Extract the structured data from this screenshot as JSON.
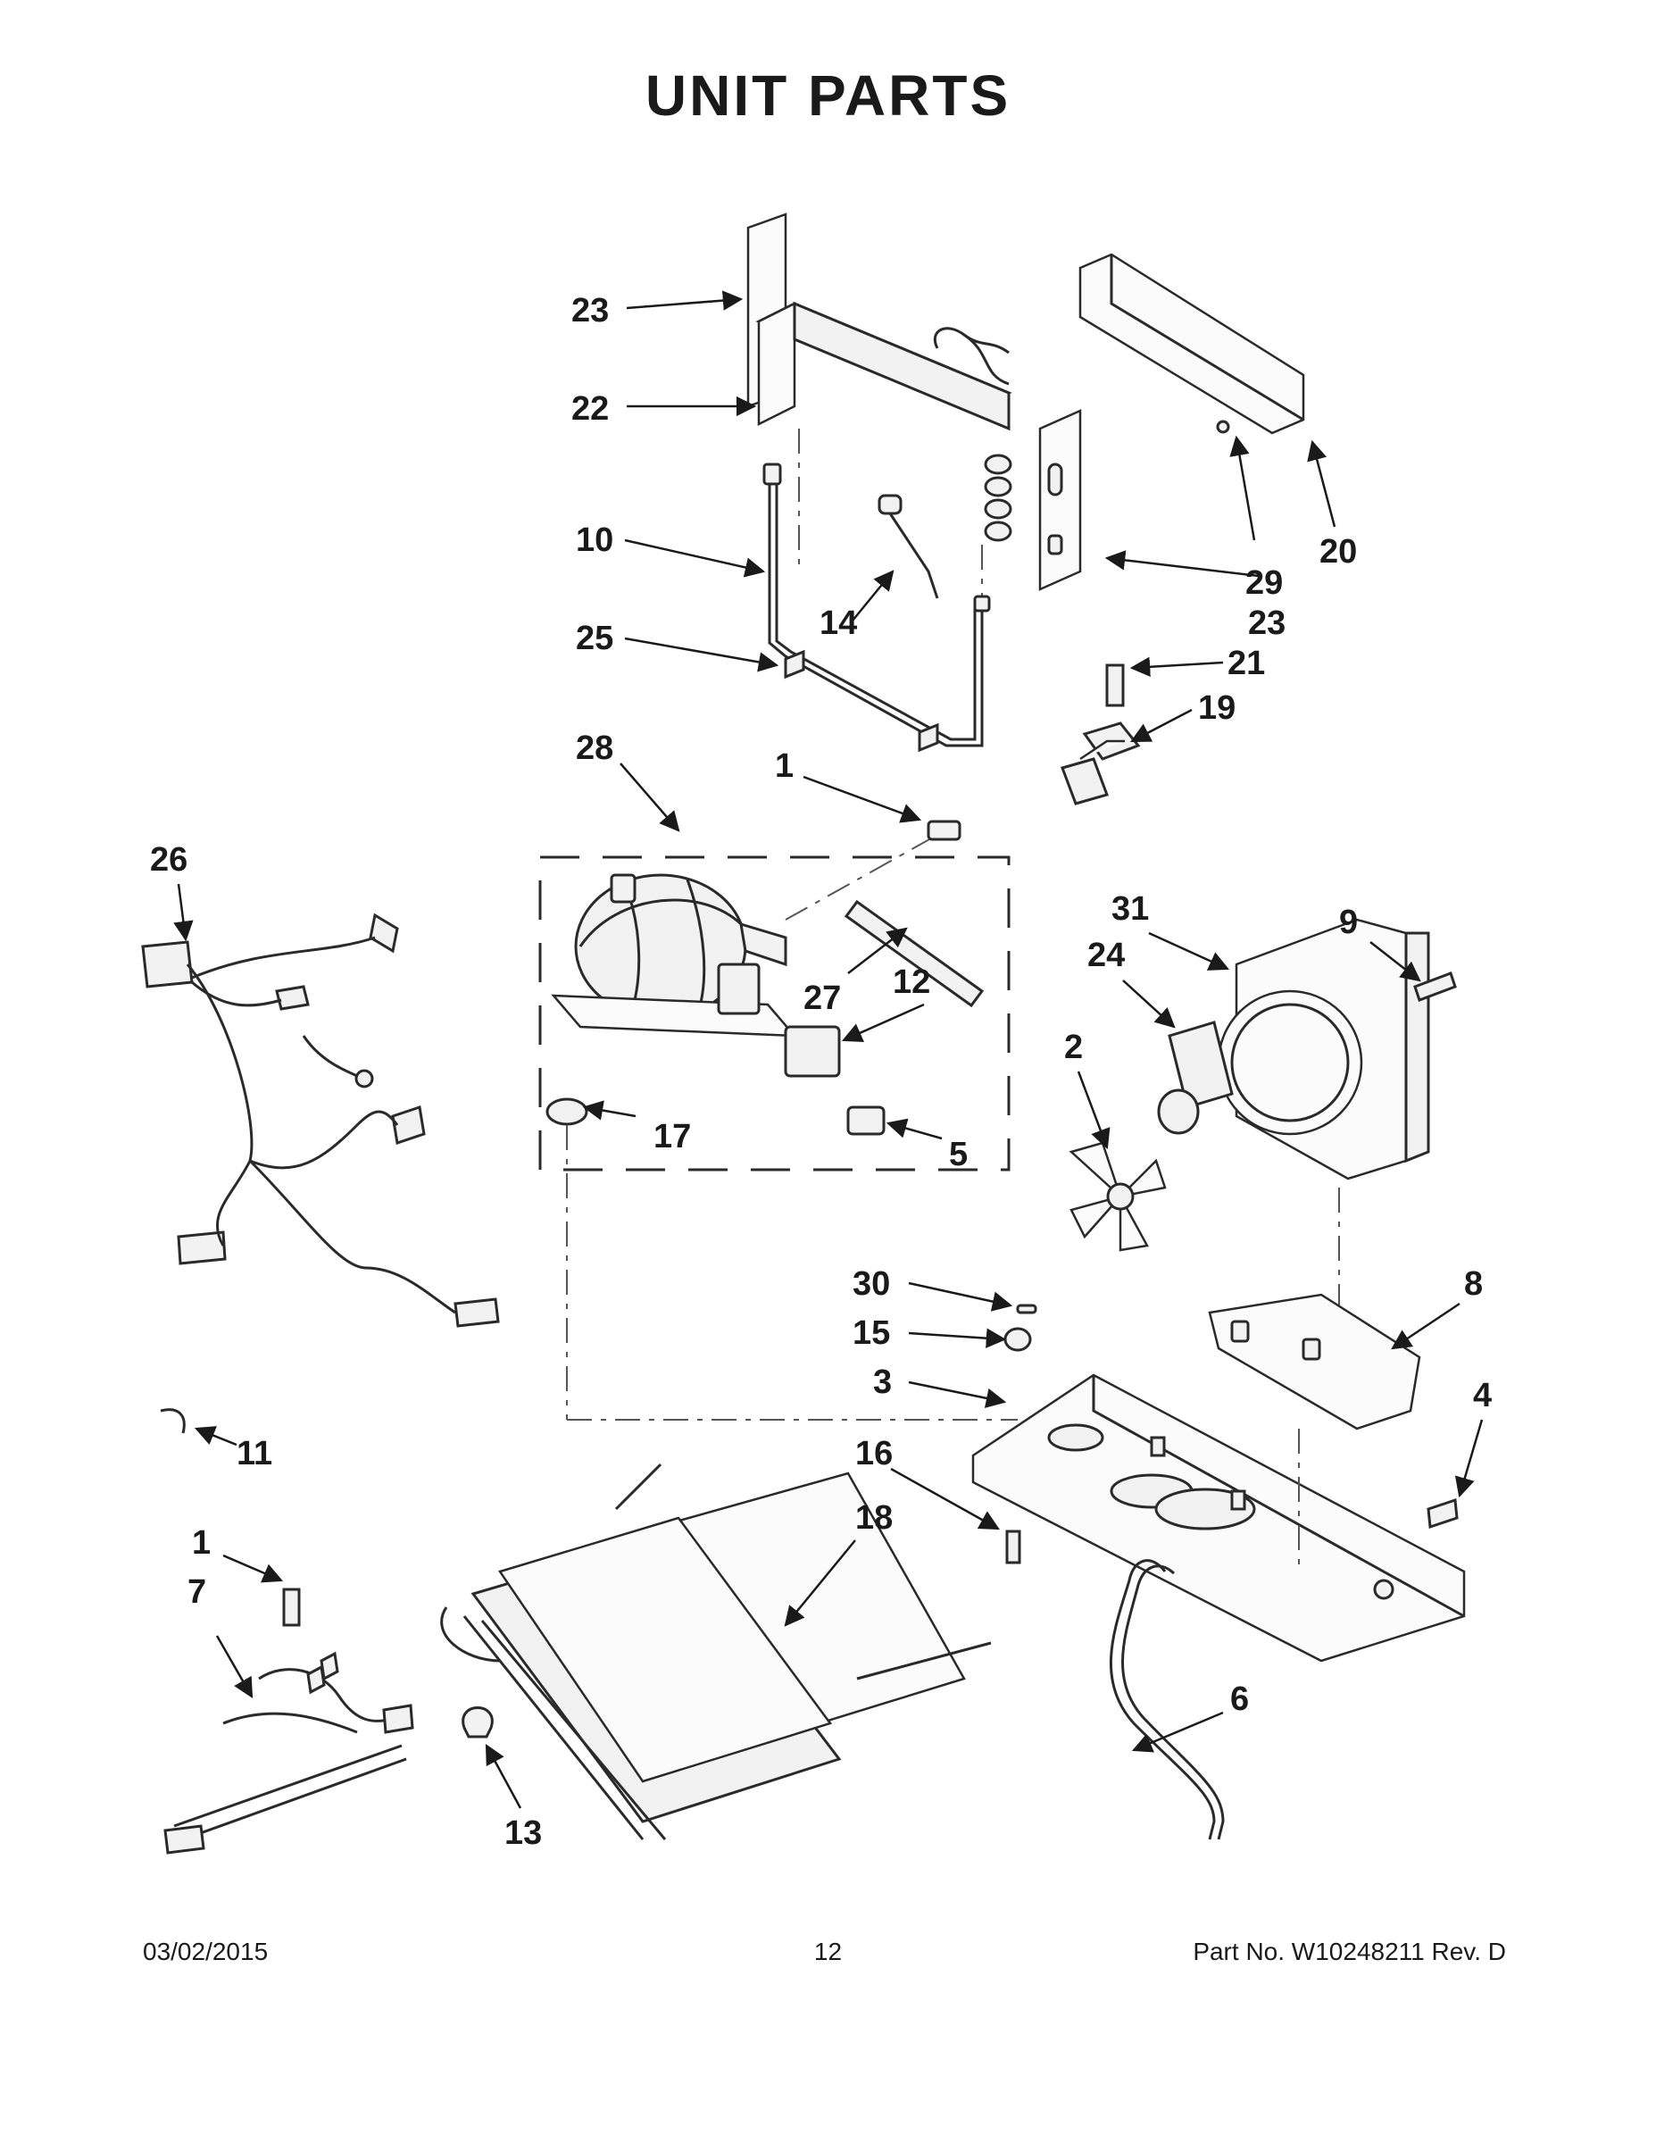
{
  "title": "UNIT PARTS",
  "callouts": {
    "c1a": "1",
    "c1b": "1",
    "c2": "2",
    "c3": "3",
    "c4": "4",
    "c5": "5",
    "c6": "6",
    "c7": "7",
    "c8": "8",
    "c9": "9",
    "c10": "10",
    "c11": "11",
    "c12": "12",
    "c13": "13",
    "c14": "14",
    "c15": "15",
    "c16": "16",
    "c17": "17",
    "c18": "18",
    "c19": "19",
    "c20": "20",
    "c21": "21",
    "c22": "22",
    "c23a": "23",
    "c23b": "23",
    "c24": "24",
    "c25": "25",
    "c26": "26",
    "c27": "27",
    "c28": "28",
    "c29": "29",
    "c30": "30",
    "c31": "31"
  },
  "footer": {
    "date": "03/02/2015",
    "page": "12",
    "part_no": "Part No.  W10248211   Rev.  D"
  }
}
